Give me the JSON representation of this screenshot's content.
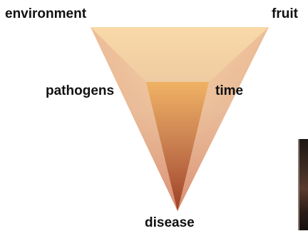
{
  "labels": {
    "environment": "environment",
    "fruit": "fruit",
    "pathogens": "pathogens",
    "time": "time",
    "disease": "disease"
  },
  "colors": {
    "outer_funnel_top": "#f8d9a8",
    "outer_funnel_mid": "#ebbf98",
    "outer_funnel_bottom": "#d98f74",
    "inner_funnel_top": "#efb060",
    "inner_funnel_mid": "#c06f45",
    "inner_funnel_bottom": "#9b3c22",
    "text": "#111111"
  }
}
